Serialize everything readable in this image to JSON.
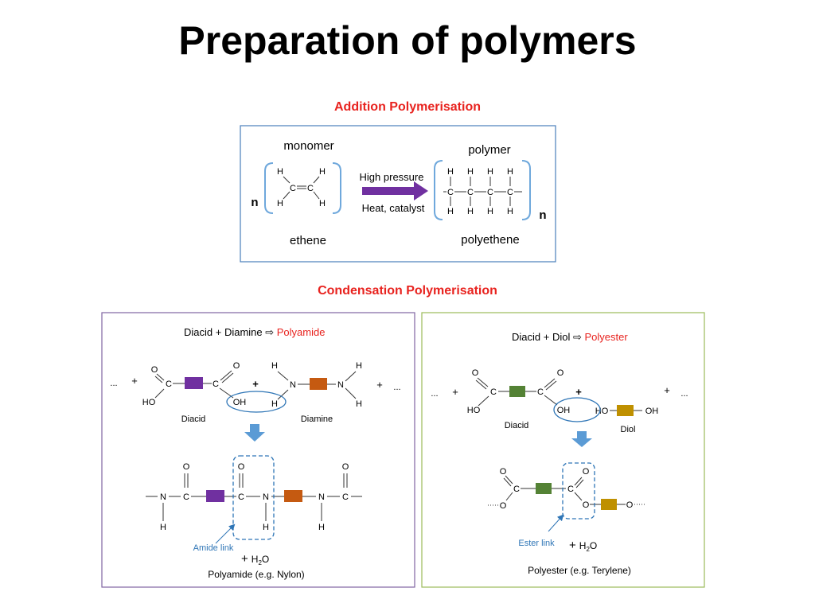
{
  "slide": {
    "title": "Preparation of polymers"
  },
  "addition": {
    "heading": "Addition Polymerisation",
    "monomer_label": "monomer",
    "monomer_name": "ethene",
    "polymer_label": "polymer",
    "polymer_name": "polyethene",
    "coefficient": "n",
    "subscript": "n",
    "condition_top": "High pressure",
    "condition_bottom": "Heat, catalyst",
    "atom_h": "H",
    "atom_c": "C"
  },
  "condensation": {
    "heading": "Condensation Polymerisation",
    "polyamide": {
      "equation_prefix": "Diacid + Diamine ⇨ ",
      "equation_product": "Polyamide",
      "diacid_label": "Diacid",
      "diamine_label": "Diamine",
      "link_label": "Amide link",
      "water_plus": "+",
      "water": "H",
      "water_sub": "2",
      "water_o": "O",
      "product_caption": "Polyamide (e.g. Nylon)",
      "ellipsis": "...",
      "plus": "+",
      "oh": "OH",
      "ho": "HO",
      "o": "O",
      "c": "C",
      "n": "N",
      "h": "H",
      "block_color_acid": "#7030a0",
      "block_color_amine": "#c55a11"
    },
    "polyester": {
      "equation_prefix": "Diacid + Diol ⇨ ",
      "equation_product": "Polyester",
      "diacid_label": "Diacid",
      "diol_label": "Diol",
      "link_label": "Ester link",
      "water_plus": "+",
      "water": "H",
      "water_sub": "2",
      "water_o": "O",
      "product_caption": "Polyester (e.g. Terylene)",
      "ellipsis": "...",
      "plus": "+",
      "oh": "OH",
      "ho": "HO",
      "o": "O",
      "c": "C",
      "block_color_acid": "#548235",
      "block_color_diol": "#bf9000"
    }
  },
  "colors": {
    "accent_red": "#e8231f",
    "bracket_blue": "#6fa8dc",
    "arrow_purple": "#7030a0",
    "down_arrow_blue": "#5b9bd5",
    "link_blue": "#2e75b6",
    "box_addition": "#4a7ebb",
    "box_polyamide": "#8064a2",
    "box_polyester": "#9bbb59"
  }
}
